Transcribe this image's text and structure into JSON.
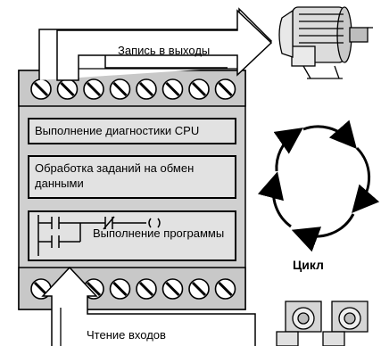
{
  "output_label": "Запись в выходы",
  "input_label": "Чтение входов",
  "cycle_label": "Цикл",
  "stages": {
    "diagnostics": "Выполнение диагностики CPU",
    "communication": "Обработка заданий на обмен данными",
    "program": "Выполнение программы"
  },
  "terminal_count": 8
}
